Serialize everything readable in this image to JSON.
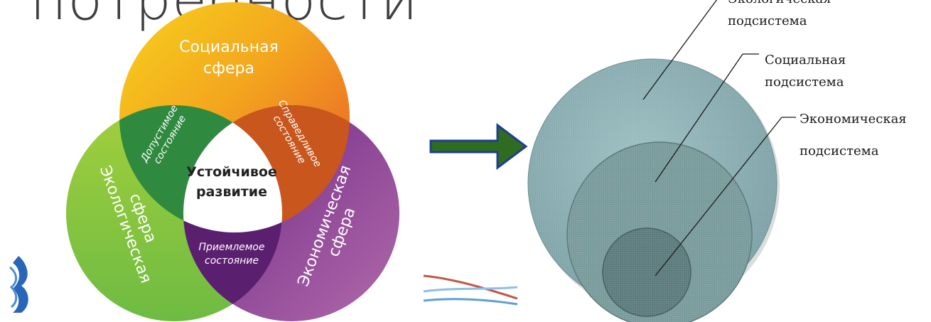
{
  "slide": {
    "heading": "потребности"
  },
  "venn": {
    "social": [
      "Социальная",
      "сфера"
    ],
    "ecological": [
      "Экологическая",
      "сфера"
    ],
    "economic": [
      "Экономическая",
      "сфера"
    ],
    "permissible": [
      "Допустимое",
      "состояние"
    ],
    "fair": [
      "Справедливое",
      "состояние"
    ],
    "acceptable": [
      "Приемлемое",
      "состояние"
    ],
    "center": [
      "Устойчивое",
      "развитие"
    ],
    "colors": {
      "social_top": "#f3c21a",
      "social_bottom": "#ec6b24",
      "ecological": "#8cc63f",
      "economic": "#7b2d8e",
      "permissible": "#2e8b3e",
      "fair": "#c8541a",
      "acceptable": "#5a1f6e"
    }
  },
  "arrow": {
    "fill": "#2f6b20",
    "stroke": "#1f3f8f"
  },
  "nested": {
    "ecological": [
      "Экологическая",
      "подсистема"
    ],
    "social": [
      "Социальная",
      "подсистема"
    ],
    "economic": [
      "Экономическая",
      "подсистема"
    ]
  }
}
